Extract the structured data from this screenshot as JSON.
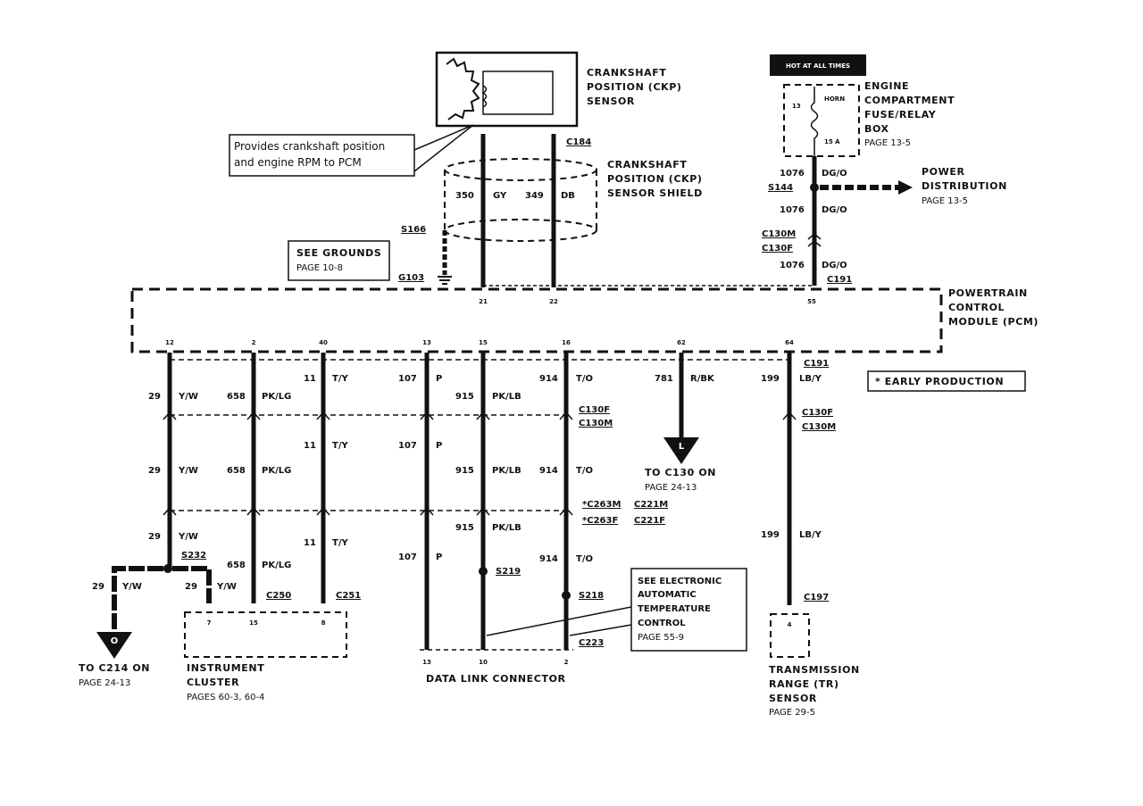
{
  "hot_at_all_times": "HOT AT ALL TIMES",
  "fuse_box": {
    "title": [
      "ENGINE",
      "COMPARTMENT",
      "FUSE/RELAY",
      "BOX"
    ],
    "page": "PAGE 13-5",
    "pin": "13",
    "fuse_name": "HORN",
    "fuse_rating": "15 A"
  },
  "ckp": {
    "title": [
      "CRANKSHAFT",
      "POSITION (CKP)",
      "SENSOR"
    ],
    "connector": "C184",
    "shield_title": [
      "CRANKSHAFT",
      "POSITION (CKP)",
      "SENSOR SHIELD"
    ],
    "w350_circuit": "350",
    "w350_color": "GY",
    "w349_circuit": "349",
    "w349_color": "DB",
    "splice": "S166",
    "ground": "G103"
  },
  "callout_ckp": [
    "Provides crankshaft position",
    "and engine RPM to PCM"
  ],
  "see_grounds": [
    "SEE GROUNDS",
    "PAGE 10-8"
  ],
  "power": {
    "circuit": "1076",
    "color": "DG/O",
    "splice": "S144",
    "label": [
      "POWER",
      "DISTRIBUTION"
    ],
    "page": "PAGE 13-5",
    "conn_m": "C130M",
    "conn_f": "C130F",
    "pcm_conn": "C191"
  },
  "pcm": {
    "title": [
      "POWERTRAIN",
      "CONTROL",
      "MODULE (PCM)"
    ],
    "top_pins": [
      "21",
      "22",
      "55"
    ],
    "bottom_pins": [
      "12",
      "2",
      "40",
      "13",
      "15",
      "16",
      "62",
      "64"
    ],
    "bottom_conn": "C191"
  },
  "early_production": "* EARLY PRODUCTION",
  "wires": {
    "w29": {
      "circuit": "29",
      "color": "Y/W"
    },
    "w658": {
      "circuit": "658",
      "color": "PK/LG"
    },
    "w11": {
      "circuit": "11",
      "color": "T/Y"
    },
    "w107": {
      "circuit": "107",
      "color": "P"
    },
    "w915": {
      "circuit": "915",
      "color": "PK/LB"
    },
    "w914": {
      "circuit": "914",
      "color": "T/O"
    },
    "w781": {
      "circuit": "781",
      "color": "R/BK"
    },
    "w199": {
      "circuit": "199",
      "color": "LB/Y"
    }
  },
  "connectors": {
    "c130f": "C130F",
    "c130m": "C130M",
    "c263m": "*C263M",
    "c221m": "C221M",
    "c263f": "*C263F",
    "c221f": "C221F",
    "s232": "S232",
    "s219": "S219",
    "s218": "S218",
    "c250": "C250",
    "c251": "C251",
    "c223": "C223",
    "c197": "C197"
  },
  "to_c130": {
    "letter": "L",
    "label": "TO C130 ON",
    "page": "PAGE 24-13"
  },
  "to_c214": {
    "letter": "O",
    "label": "TO C214 ON",
    "page": "PAGE 24-13"
  },
  "instrument_cluster": {
    "title": [
      "INSTRUMENT",
      "CLUSTER"
    ],
    "pages": "PAGES 60-3, 60-4",
    "pins": [
      "7",
      "15",
      "8"
    ]
  },
  "dlc": {
    "title": "DATA LINK CONNECTOR",
    "pins": [
      "13",
      "10",
      "2"
    ]
  },
  "eatc_callout": [
    "SEE ELECTRONIC",
    "AUTOMATIC",
    "TEMPERATURE",
    "CONTROL",
    "PAGE 55-9"
  ],
  "tr_sensor": {
    "title": [
      "TRANSMISSION",
      "RANGE (TR)",
      "SENSOR"
    ],
    "page": "PAGE 29-5",
    "pin": "4"
  }
}
